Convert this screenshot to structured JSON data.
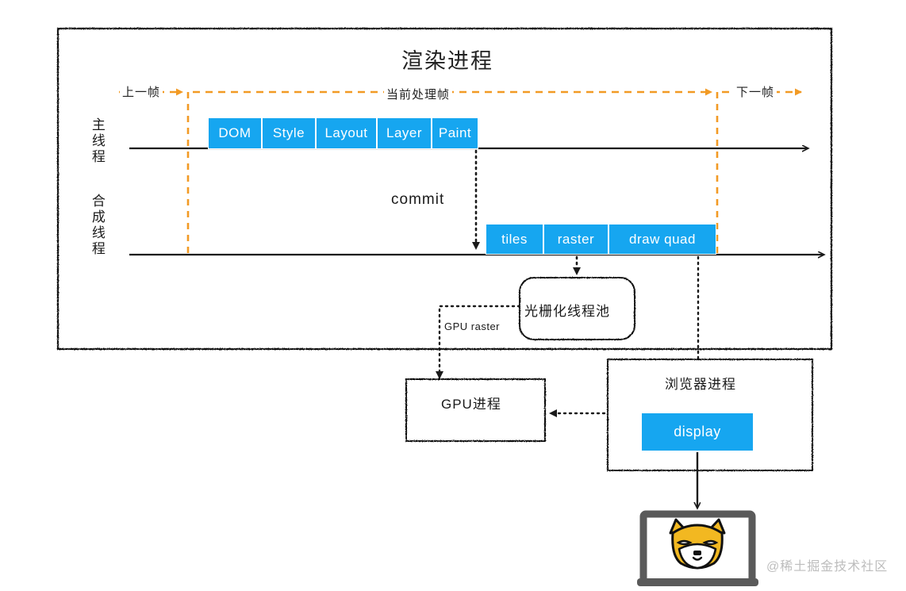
{
  "diagram": {
    "title": "渲染进程",
    "frame_markers": {
      "prev": "上一帧",
      "current": "当前处理帧",
      "next": "下一帧"
    },
    "lanes": [
      {
        "name": "main-thread",
        "label": "主线程"
      },
      {
        "name": "compositor-thread",
        "label": "合成线程"
      }
    ],
    "main_thread_stages": [
      "DOM",
      "Style",
      "Layout",
      "Layer",
      "Paint"
    ],
    "compositor_stages": [
      "tiles",
      "raster",
      "draw quad"
    ],
    "commit_label": "commit",
    "raster_pool": "光栅化线程池",
    "gpu_raster_label": "GPU raster",
    "gpu_process": "GPU进程",
    "browser_process": "浏览器进程",
    "display_box": "display",
    "watermark": "@稀土掘金技术社区",
    "colors": {
      "stage_blue": "#16a6f0",
      "frame_orange": "#f29a24",
      "line_black": "#1a1a1a",
      "laptop_gray": "#5a5a5a",
      "shiba_yellow": "#f2b821",
      "watermark_gray": "#bdbdbd"
    }
  }
}
